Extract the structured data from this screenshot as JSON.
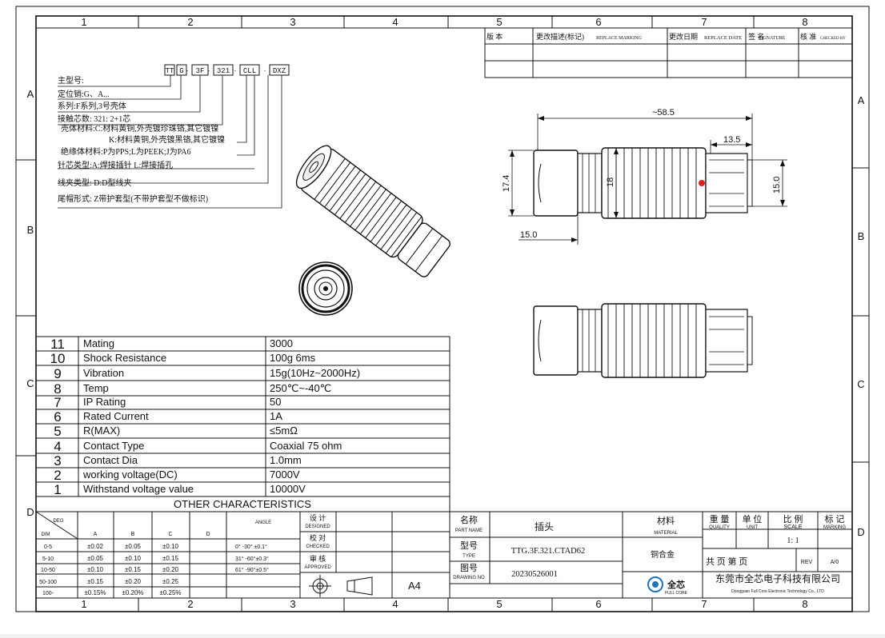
{
  "zones": {
    "cols": [
      "1",
      "2",
      "3",
      "4",
      "5",
      "6",
      "7",
      "8"
    ],
    "rows": [
      "A",
      "B",
      "C",
      "D"
    ]
  },
  "revision_table": {
    "headers": [
      "版 本",
      "更改描述(标记)",
      "REPLACE MARKING",
      "更改日期",
      "REPLACE DATE",
      "签 名",
      "SIGNATURE",
      "核 准",
      "CHECKED BY"
    ]
  },
  "part_code": {
    "boxes": [
      "TT",
      "G",
      "3F",
      "321",
      "CLL",
      "DXZ"
    ],
    "separators": [
      "·",
      "·",
      "·",
      "·"
    ]
  },
  "code_legend": [
    "主型号:",
    "定位销:G、A...",
    "系列:F系列,3号壳体",
    "接触芯数: 321: 2+1芯",
    "壳体材料:C:材料黄铜,外壳镀珍珠铬,其它镀镍",
    "K:材料黄铜,外壳镀黑铬,其它镀镍",
    "绝缘体材料:P为PPS;L为PEEK;J为PA6",
    "针芯类型:A:焊接插针 L:焊接插孔",
    "线夹类型: D:D型线夹",
    "尾帽形式: Z带护套型(不带护套型不做标识)"
  ],
  "dimensions": {
    "overall": "~58.5",
    "front_len": "13.5",
    "height_left": "17.4",
    "body_dia": "18",
    "front_dia": "15.0",
    "rear_len": "15.0"
  },
  "spec_table": {
    "rows": [
      {
        "no": "11",
        "name": "Mating",
        "value": "3000"
      },
      {
        "no": "10",
        "name": "Shock Resistance",
        "value": "100g 6ms"
      },
      {
        "no": "9",
        "name": "Vibration",
        "value": "15g(10Hz~2000Hz)"
      },
      {
        "no": "8",
        "name": "Temp",
        "value": "250℃~-40℃"
      },
      {
        "no": "7",
        "name": "IP Rating",
        "value": "50"
      },
      {
        "no": "6",
        "name": "Rated Current",
        "value": "1A"
      },
      {
        "no": "5",
        "name": "R(MAX)",
        "value": "≤5mΩ"
      },
      {
        "no": "4",
        "name": "Contact Type",
        "value": "Coaxial 75 ohm"
      },
      {
        "no": "3",
        "name": "Contact Dia",
        "value": "1.0mm"
      },
      {
        "no": "2",
        "name": "working voltage(DC)",
        "value": "7000V"
      },
      {
        "no": "1",
        "name": "Withstand voltage value",
        "value": "10000V"
      }
    ],
    "footer": "OTHER CHARACTERISTICS"
  },
  "tolerance": {
    "deg": "DEG",
    "dim": "DIM",
    "cols": [
      "A",
      "B",
      "C",
      "D"
    ],
    "angle": "ANGLE",
    "rows": [
      {
        "dim": "0-5",
        "a": "±0.02",
        "b": "±0.05",
        "c": "±0.10",
        "d": "",
        "ang": "0° -30° ±0.1°"
      },
      {
        "dim": "5-10",
        "a": "±0.05",
        "b": "±0.10",
        "c": "±0.15",
        "d": "",
        "ang": "31° -60°±0.3°"
      },
      {
        "dim": "10-50",
        "a": "±0.10",
        "b": "±0.15",
        "c": "±0.20",
        "d": "",
        "ang": "61° -90°±0.5°"
      },
      {
        "dim": "50-100",
        "a": "±0.15",
        "b": "±0.20",
        "c": "±0.25",
        "d": "",
        "ang": ""
      },
      {
        "dim": "100-",
        "a": "±0.15%",
        "b": "±0.20%",
        "c": "±0.25%",
        "d": "",
        "ang": ""
      }
    ]
  },
  "signoff": [
    {
      "cn": "设 计",
      "en": "DESIGNED"
    },
    {
      "cn": "校 对",
      "en": "CHECKED"
    },
    {
      "cn": "审 核",
      "en": "APPROVED"
    }
  ],
  "sheet_size": "A4",
  "title_block": {
    "part_name_cn": "名称",
    "part_name_en": "PART NAME",
    "part_name_val": "插头",
    "type_cn": "型号",
    "type_en": "TYPE",
    "type_val": "TTG.3F.321.CTAD62",
    "drawing_cn": "图号",
    "drawing_en": "DRAWING NO",
    "drawing_val": "20230526001",
    "material_cn": "材料",
    "material_en": "MATERIAL",
    "material_val": "铜合金",
    "weight_cn": "重 量",
    "weight_en": "QUALITY",
    "unit_cn": "单 位",
    "unit_en": "UNIT",
    "scale_cn": "比 例",
    "scale_en": "SCALE",
    "scale_val": "1: 1",
    "marking_cn": "标 记",
    "marking_en": "MARKING",
    "sheets_label": "共  页  第  页",
    "rev_label": "REV",
    "rev_val": "A/0",
    "company_cn": "东莞市全芯电子科技有限公司",
    "company_en": "Dongguan Full Core Electronic Technology Co., LTD",
    "logo_cn": "全芯",
    "logo_en": "FULL CORE"
  },
  "colors": {
    "line": "#111111",
    "marker": "#e02020",
    "page": "#ffffff",
    "gutter": "#f2f2f2"
  }
}
